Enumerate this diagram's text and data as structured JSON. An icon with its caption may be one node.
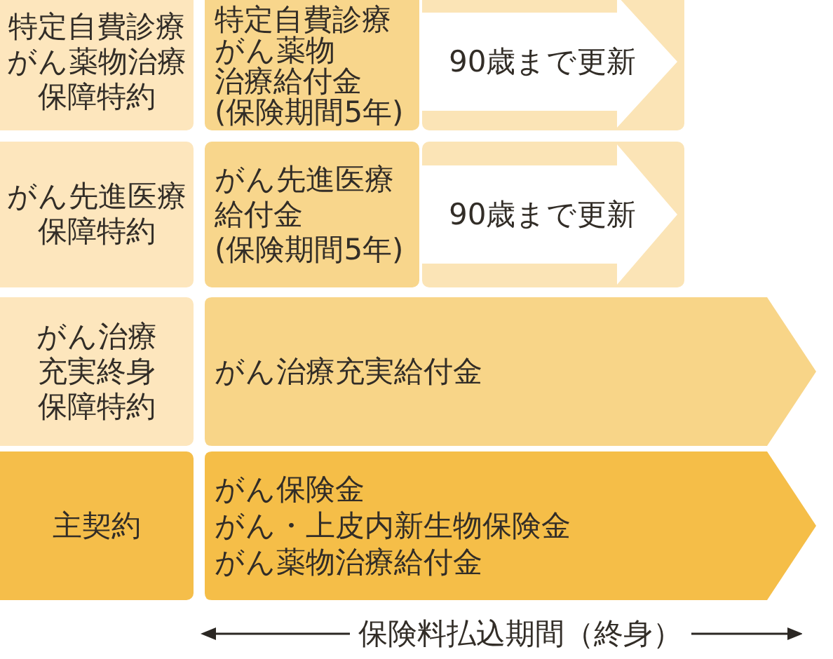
{
  "diagram": {
    "nodes": [
      {
        "text": [
          "特定自費診療がん薬物治療保障特約"
        ]
      },
      {
        "text": [
          "特定自費診療がん薬物治療給付金",
          "(保険期間5年)"
        ]
      },
      {
        "text": [],
        "shape": "box"
      },
      {
        "text": [
          "90歳まで更新"
        ],
        "in": 2
      },
      {
        "text": [
          "がん先進医療保障特約"
        ]
      },
      {
        "text": [
          "がん先進医療給付金",
          "(保険期間5年)"
        ]
      },
      {
        "text": [],
        "shape": "box"
      },
      {
        "text": [
          "90歳まで更新"
        ],
        "in": 6
      },
      {
        "text": [
          "がん治療充実終身保障特約"
        ]
      },
      {
        "text": [
          "がん治療充実給付金"
        ]
      },
      {
        "text": [
          "主契約"
        ]
      },
      {
        "text": [
          "がん保険金",
          "がん・上皮内新生物保険金",
          "がん薬物治療給付金"
        ]
      }
    ],
    "labels": [
      "保険料払込期間（終身）"
    ]
  }
}
